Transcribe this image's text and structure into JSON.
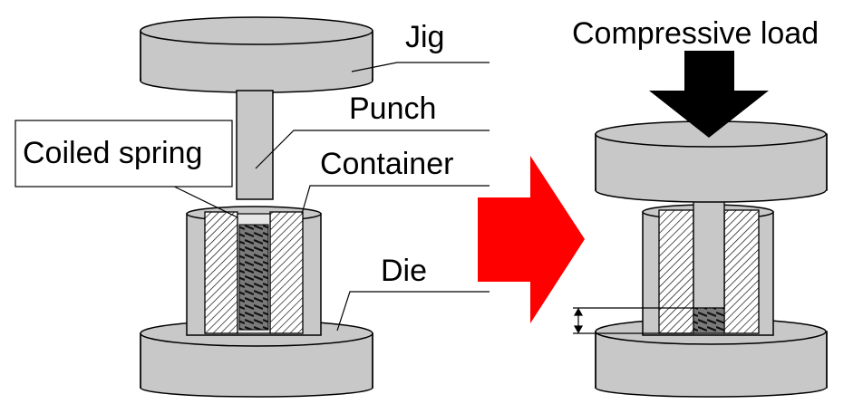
{
  "labels": {
    "jig": "Jig",
    "punch": "Punch",
    "coiled_spring": "Coiled spring",
    "container": "Container",
    "die": "Die",
    "compressive_load": "Compressive load"
  },
  "colors": {
    "part_fill": "#c8c8c8",
    "part_side": "#bfbfbf",
    "outline": "#000000",
    "arrow": "#ff0000",
    "load_arrow": "#000000",
    "hatch": "#000000",
    "background": "#ffffff"
  },
  "icons": {
    "process_arrow": "right-arrow-icon",
    "load_arrow": "down-arrow-icon"
  }
}
